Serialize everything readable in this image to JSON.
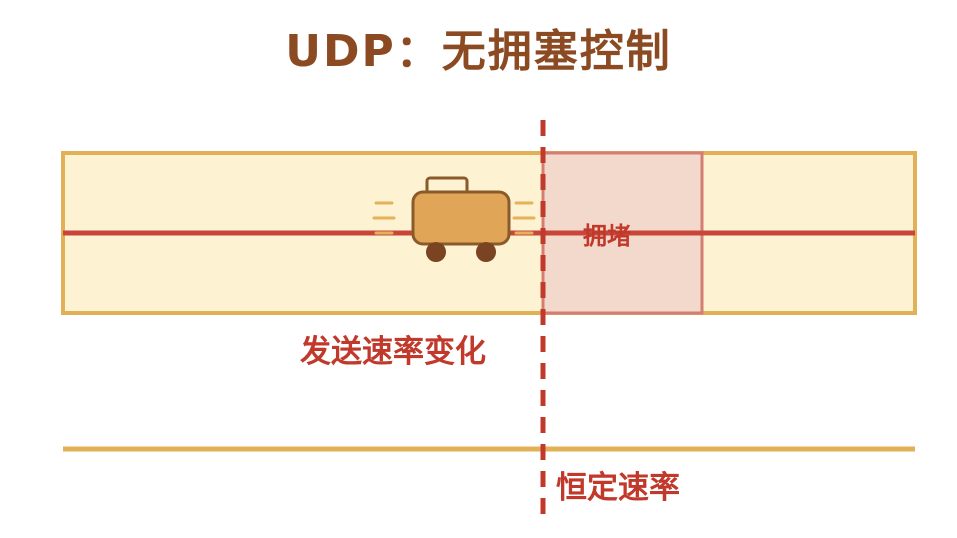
{
  "title": "UDP：无拥塞控制",
  "labels": {
    "rate_change": "发送速率变化",
    "congestion": "拥堵",
    "constant_rate": "恒定速率"
  },
  "colors": {
    "title": "#8b4a22",
    "lane_fill": "#fdf3d2",
    "lane_border": "#e2b056",
    "route_line": "#c9453a",
    "congestion_fill": "#f3d8cc",
    "congestion_border": "#d47d72",
    "label_red": "#c0392b",
    "constant_line": "#e2b056",
    "vehicle_body": "#e0a556",
    "vehicle_outline": "#8a5a2b",
    "vehicle_wheel": "#7a4322",
    "vehicle_cab": "#fdf3d2",
    "motion_lines": "#e5b25a"
  },
  "icons": {
    "vehicle": "vehicle-icon"
  }
}
